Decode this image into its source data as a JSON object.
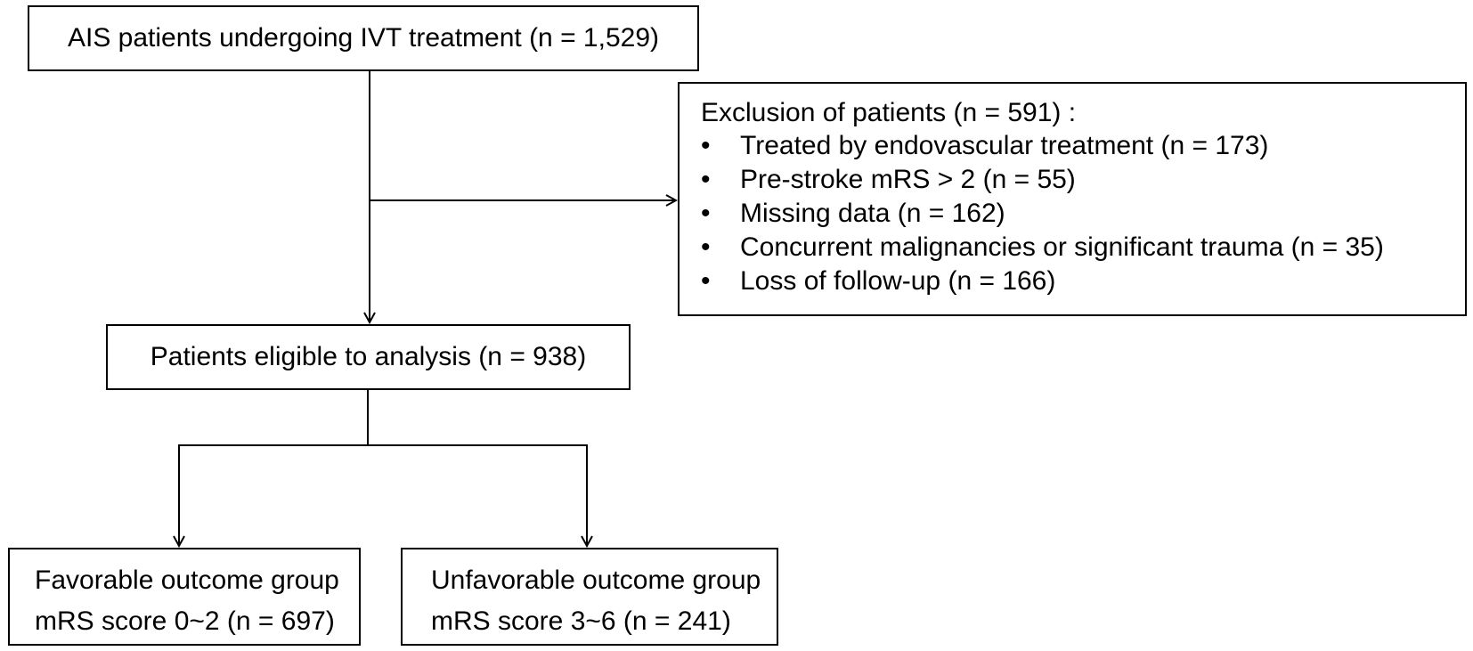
{
  "nodes": {
    "top": {
      "label": "AIS patients undergoing IVT treatment (n = 1,529)"
    },
    "exclusion": {
      "title": "Exclusion of patients (n = 591) :",
      "items": [
        {
          "bullet": "•",
          "label": "Treated by endovascular treatment (n = 173)"
        },
        {
          "bullet": "•",
          "label": "Pre-stroke mRS > 2 (n = 55)"
        },
        {
          "bullet": "•",
          "label": "Missing data (n = 162)"
        },
        {
          "bullet": "•",
          "label": "Concurrent malignancies or significant trauma (n = 35)"
        },
        {
          "bullet": "•",
          "label": "Loss of  follow-up (n = 166)"
        }
      ]
    },
    "eligible": {
      "label": "Patients eligible to analysis (n = 938)"
    },
    "favorable": {
      "line1": "Favorable outcome group",
      "line2": "mRS score 0~2 (n = 697)"
    },
    "unfavorable": {
      "line1": "Unfavorable outcome group",
      "line2": "mRS score 3~6 (n = 241)"
    }
  },
  "colors": {
    "stroke": "#000000",
    "background": "#ffffff"
  }
}
